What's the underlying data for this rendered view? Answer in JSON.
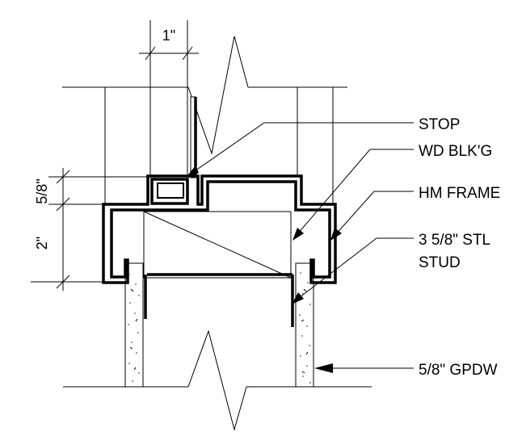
{
  "dimensions": {
    "jamb_depth": "1\"",
    "stop_height": "5/8\"",
    "frame_height": "2\""
  },
  "callouts": {
    "stop": "STOP",
    "wood_blocking": "WD BLK'G",
    "hm_frame": "HM FRAME",
    "steel_stud_line1": "3 5/8\" STL",
    "steel_stud_line2": "STUD",
    "gypsum_board": "5/8\" GPDW"
  },
  "icons": {
    "leader_tip": "arrowhead-icon",
    "break": "break-line-icon"
  },
  "colors": {
    "line": "#000000",
    "background": "#ffffff",
    "gypsum_speckle": "#555555"
  }
}
